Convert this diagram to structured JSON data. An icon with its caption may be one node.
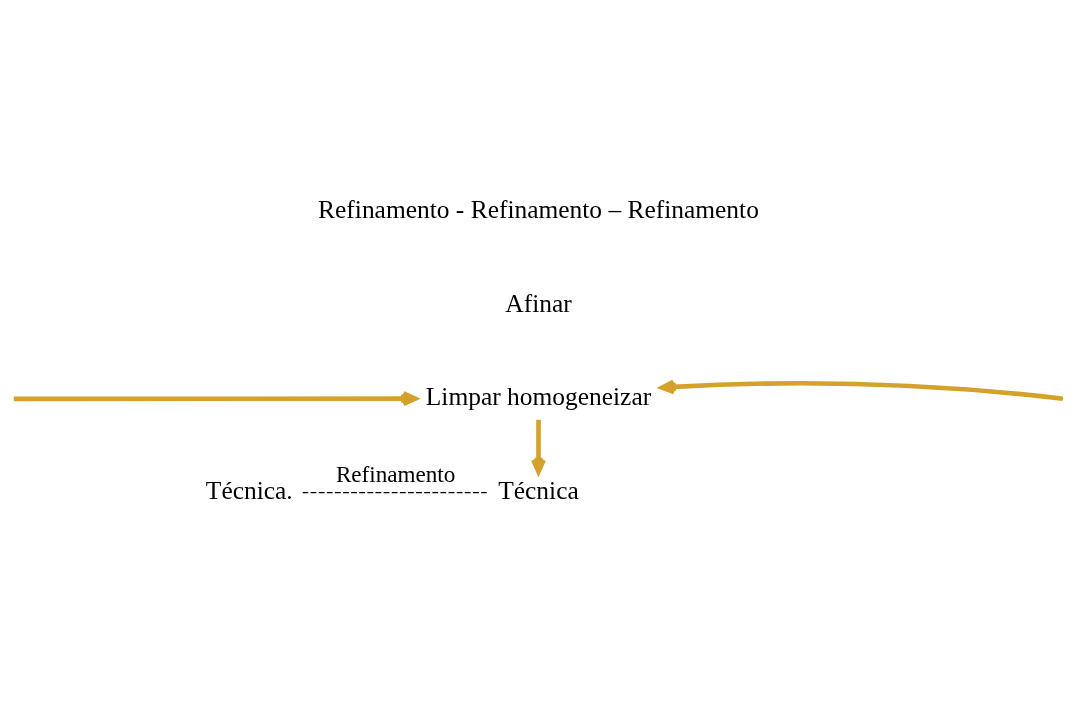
{
  "diagram": {
    "nodes": [
      {
        "text": [
          "Limpar homogeneizar"
        ]
      },
      {
        "text": [
          "Técnica."
        ]
      },
      {
        "text": [
          "Técnica"
        ]
      }
    ],
    "edges": [
      {
        "from": null,
        "to": 0,
        "arrow": "to"
      },
      {
        "from": null,
        "to": 0,
        "arrow": "to"
      },
      {
        "from": 0,
        "to": 2,
        "arrow": "to"
      },
      {
        "from": 1,
        "to": 2,
        "arrow": "none",
        "label": "Refinamento",
        "style": "dashed",
        "color": "#000000"
      }
    ],
    "labels": [
      "Refinamento - Refinamento – Refinamento",
      "Afinar"
    ]
  }
}
